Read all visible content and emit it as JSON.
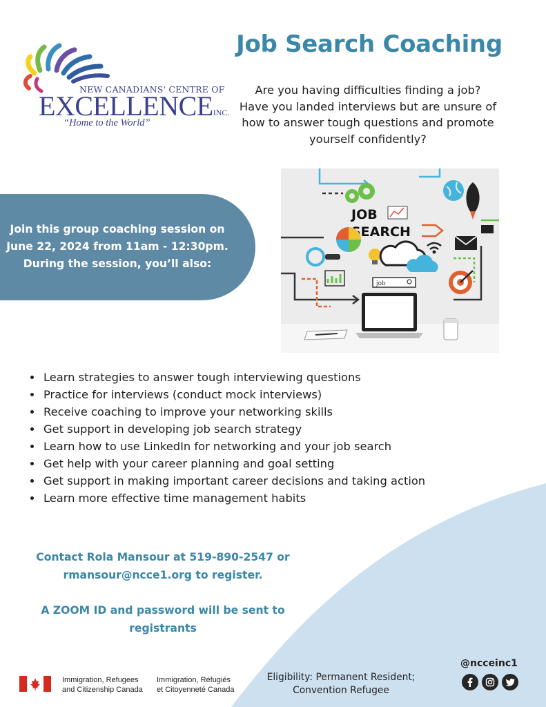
{
  "logo": {
    "org_line": "NEW CANADIANS' CENTRE OF",
    "name": "EXCELLENCE",
    "suffix": "INC.",
    "tagline": "“Home to the World”"
  },
  "title": "Job Search Coaching",
  "intro": {
    "lines": [
      "Are you having difficulties finding a job?",
      "Have you landed interviews but are unsure of",
      "how to answer tough questions and promote",
      "yourself confidently?"
    ]
  },
  "session": {
    "lines": [
      "Join this group coaching session on",
      "June 22, 2024 from 11am - 12:30pm.",
      "During the session, you’ll also:"
    ]
  },
  "hero": {
    "word_job": "JOB",
    "word_search": "SEARCH",
    "searchbox_text": "job"
  },
  "benefits": [
    "Learn strategies to answer tough interviewing questions",
    "Practice for interviews (conduct mock interviews)",
    "Receive coaching to improve your networking skills",
    "Get support in developing job search strategy",
    "Learn how to use LinkedIn for networking and your job search",
    "Get help with your career planning and goal setting",
    "Get support in making important career decisions and taking action",
    "Learn more effective time management habits"
  ],
  "contact": {
    "lines": [
      "Contact Rola Mansour at 519-890-2547 or",
      "rmansour@ncce1.org to register."
    ]
  },
  "zoom": {
    "lines": [
      "A ZOOM ID and password will be sent to",
      "registrants"
    ]
  },
  "footer": {
    "irc_en": [
      "Immigration, Refugees",
      "and Citizenship Canada"
    ],
    "irc_fr": [
      "Immigration, Réfugiés",
      "et Citoyenneté Canada"
    ],
    "eligibility": [
      "Eligibility: Permanent Resident;",
      "Convention Refugee"
    ],
    "handle": "@ncceinc1",
    "socials": [
      "facebook-icon",
      "instagram-icon",
      "twitter-icon"
    ]
  },
  "colors": {
    "title_blue": "#3a87a8",
    "pill_blue": "#5f8aa5",
    "wave_blue": "#cde0ef",
    "logo_navy": "#3b3f8f"
  }
}
